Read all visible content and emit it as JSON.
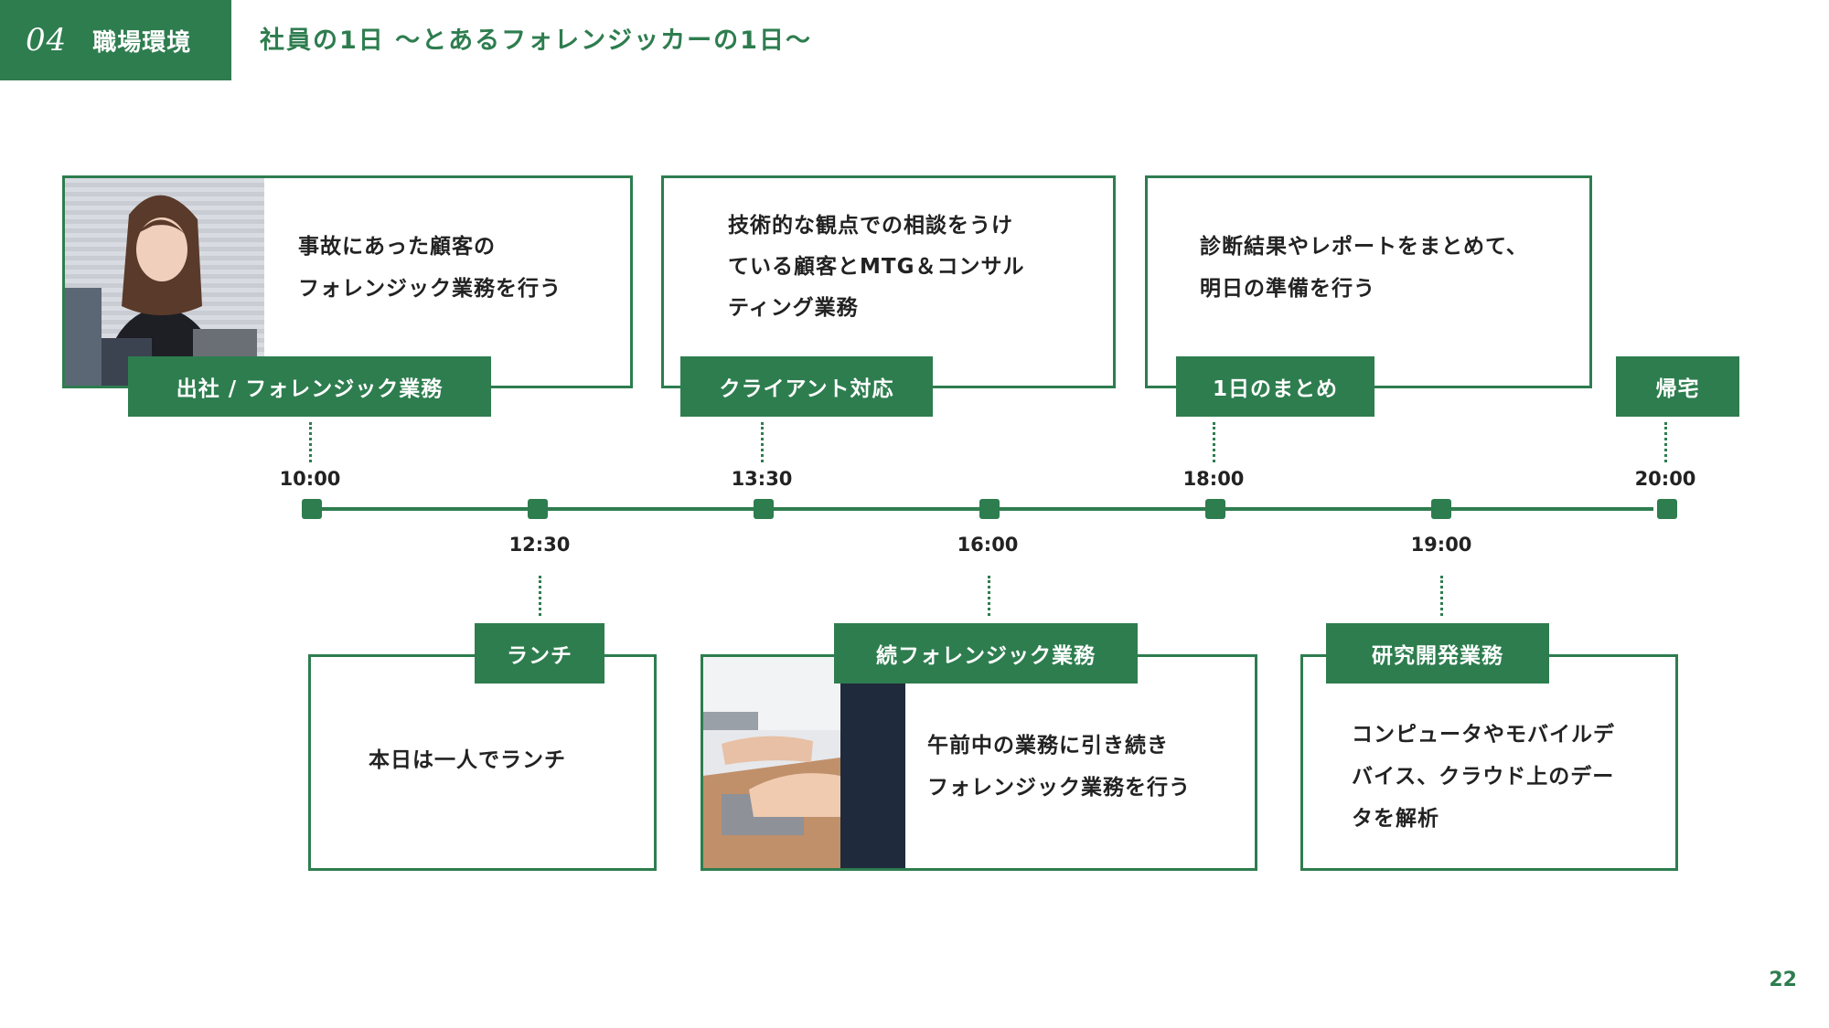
{
  "header": {
    "section_number": "04",
    "section_label": "職場環境",
    "title": "社員の1日 〜とあるフォレンジッカーの1日〜"
  },
  "timeline": {
    "times": [
      "10:00",
      "12:30",
      "13:30",
      "16:00",
      "18:00",
      "19:00",
      "20:00"
    ]
  },
  "events_top": [
    {
      "tag": "出社 / フォレンジック業務",
      "lines": [
        "事故にあった顧客の",
        "フォレンジック業務を行う"
      ]
    },
    {
      "tag": "クライアント対応",
      "lines": [
        "技術的な観点での相談をうけ",
        "ている顧客とMTG＆コンサル",
        "ティング業務"
      ]
    },
    {
      "tag": "1日のまとめ",
      "lines": [
        "診断結果やレポートをまとめて、",
        "明日の準備を行う"
      ]
    },
    {
      "tag": "帰宅"
    }
  ],
  "events_bottom": [
    {
      "tag": "ランチ",
      "lines": [
        "本日は一人でランチ"
      ]
    },
    {
      "tag": "続フォレンジック業務",
      "lines": [
        "午前中の業務に引き続き",
        "フォレンジック業務を行う"
      ]
    },
    {
      "tag": "研究開発業務",
      "lines": [
        "コンピュータやモバイルデ",
        "バイス、クラウド上のデー",
        "タを解析"
      ]
    }
  ],
  "photos": {
    "top": "woman-portrait-photo",
    "bottom": "typing-keyboard-photo"
  },
  "page_number": "22",
  "colors": {
    "accent": "#2e7d4f"
  }
}
